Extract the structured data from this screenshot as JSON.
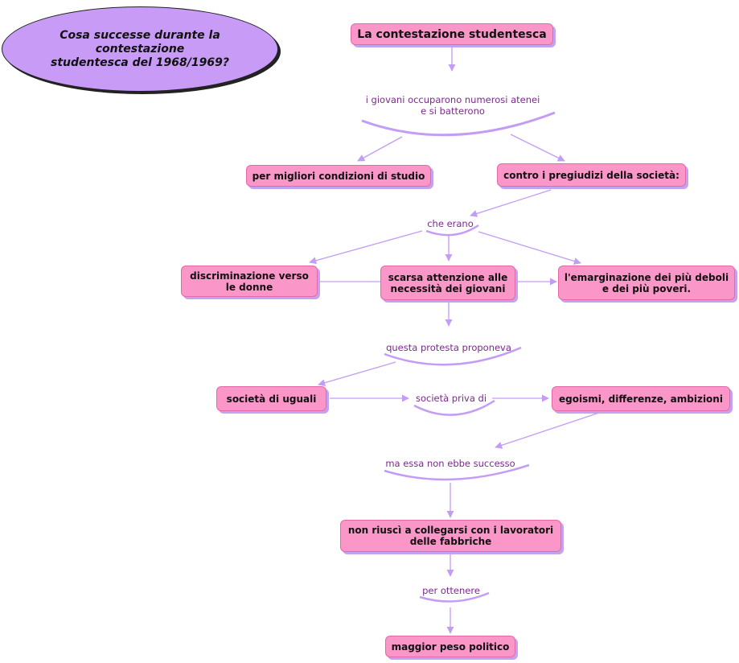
{
  "question": {
    "line1": "Cosa successe durante la contestazione",
    "line2": "studentesca del 1968/1969?"
  },
  "concepts": {
    "root": "La contestazione studentesca",
    "studio": "per migliori condizioni di studio",
    "pregiudizi": "contro i pregiudizi della società:",
    "donne_1": "discriminazione verso",
    "donne_2": "le donne",
    "giovani_1": "scarsa attenzione alle",
    "giovani_2": "necessità dei giovani",
    "emarginazione_1": "l'emarginazione dei più deboli",
    "emarginazione_2": "e dei più poveri.",
    "uguali": "società di uguali",
    "egoismi": "egoismi, differenze, ambizioni",
    "lavoratori_1": "non riuscì a collegarsi con i lavoratori",
    "lavoratori_2": "delle fabbriche",
    "peso": "maggior peso politico"
  },
  "linking_phrases": {
    "occuparono_1": "i giovani occuparono numerosi atenei",
    "occuparono_2": "e si batterono",
    "che_erano": "che erano",
    "proponeva": "questa protesta proponeva",
    "priva": "società priva di",
    "successo": "ma essa non ebbe successo",
    "ottenere": "per ottenere"
  },
  "colors": {
    "concept_fill": "#fa96c8",
    "concept_shadow": "#c4a2f2",
    "link_line": "#c29cf5",
    "link_text": "#7a2a8c",
    "question_fill": "#c89cf6"
  }
}
